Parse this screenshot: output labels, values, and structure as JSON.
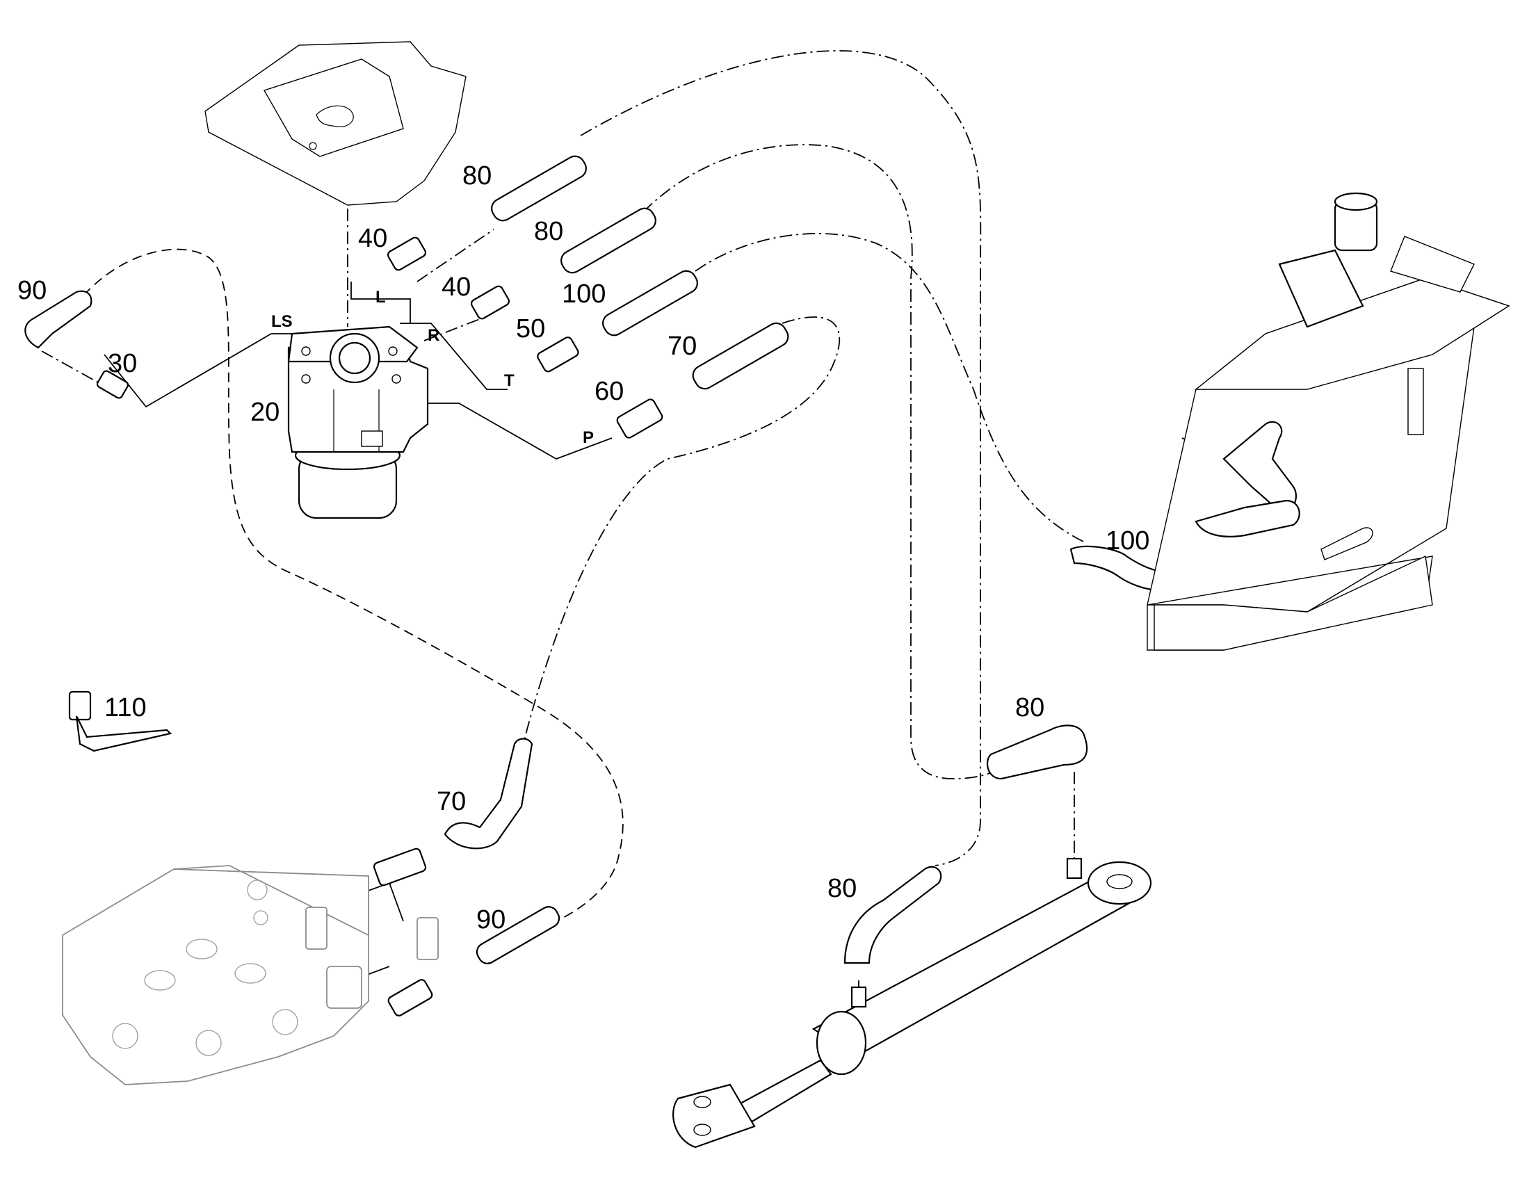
{
  "callouts": {
    "c20": "20",
    "c30": "30",
    "c40a": "40",
    "c40b": "40",
    "c50": "50",
    "c60": "60",
    "c70a": "70",
    "c70b": "70",
    "c80a": "80",
    "c80b": "80",
    "c80c": "80",
    "c80d": "80",
    "c90a": "90",
    "c90b": "90",
    "c100a": "100",
    "c100b": "100",
    "c110": "110"
  },
  "ports": {
    "ls": "LS",
    "l": "L",
    "r": "R",
    "t": "T",
    "p": "P"
  }
}
